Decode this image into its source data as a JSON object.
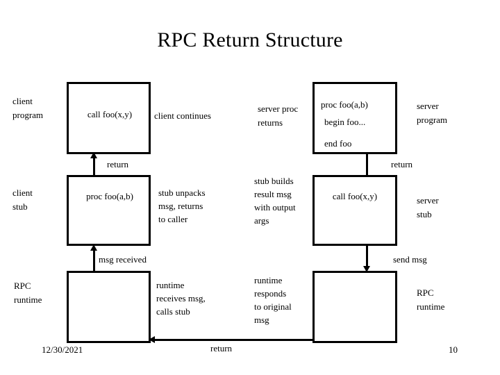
{
  "slide": {
    "title": "RPC Return Structure",
    "footer_date": "12/30/2021",
    "page_number": "10",
    "ink_color": "#000000",
    "background_color": "#ffffff"
  },
  "boxes": [
    {
      "id": "client-program-box",
      "lines": [
        "call foo(x,y)"
      ]
    },
    {
      "id": "server-program-box",
      "lines": [
        "proc foo(a,b)",
        "begin foo...",
        "end foo"
      ]
    },
    {
      "id": "client-stub-box",
      "lines": [
        "proc foo(a,b)"
      ]
    },
    {
      "id": "server-stub-box",
      "lines": [
        "call foo(x,y)"
      ]
    },
    {
      "id": "client-runtime-box",
      "lines": []
    },
    {
      "id": "server-runtime-box",
      "lines": []
    }
  ],
  "box_text": {
    "client_program_call": "call foo(x,y)",
    "server_program_proc": "proc foo(a,b)",
    "server_program_begin": "begin foo...",
    "server_program_end": "end foo",
    "client_stub_proc": "proc foo(a,b)",
    "server_stub_call": "call foo(x,y)"
  },
  "row_labels": {
    "client_program": "client\nprogram",
    "server_program": "server\nprogram",
    "client_stub": "client\nstub",
    "server_stub": "server\nstub",
    "rpc_runtime_left": "RPC\nruntime",
    "rpc_runtime_right": "RPC\nruntime"
  },
  "annotations": {
    "client_continues": "client continues",
    "server_proc_returns": "server proc\nreturns",
    "stub_unpacks": "stub unpacks\nmsg, returns\nto caller",
    "stub_builds": "stub builds\nresult msg\nwith output\nargs",
    "runtime_receives": "runtime\nreceives msg,\ncalls stub",
    "runtime_responds": "runtime\nresponds\nto original\nmsg"
  },
  "arrows": [
    {
      "id": "client-stub-to-client-program",
      "label": "return",
      "direction": "up"
    },
    {
      "id": "server-program-to-server-stub",
      "label": "return",
      "direction": "down"
    },
    {
      "id": "client-runtime-to-client-stub",
      "label": "msg received",
      "direction": "up"
    },
    {
      "id": "server-stub-to-server-runtime",
      "label": "send msg",
      "direction": "down"
    },
    {
      "id": "server-runtime-to-client-runtime",
      "label": "return",
      "direction": "left"
    }
  ],
  "arrow_labels": {
    "return_top_left": "return",
    "return_top_right": "return",
    "msg_received": "msg received",
    "send_msg": "send msg",
    "return_bottom": "return"
  }
}
